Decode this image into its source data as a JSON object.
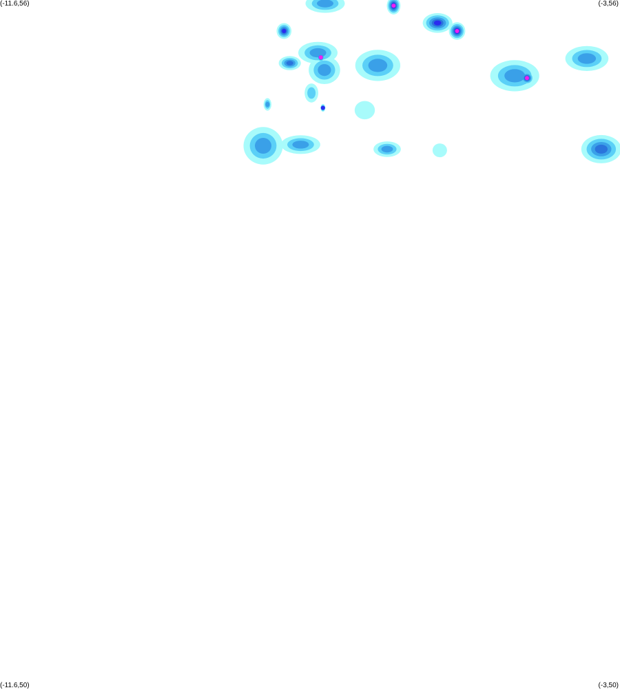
{
  "map": {
    "corners": {
      "top_left": "(-11.6,56)",
      "top_right": "(-3,56)",
      "bottom_left": "(-11.6,50)",
      "bottom_right": "(-3,50)"
    },
    "bounds": {
      "lon_min": -11.6,
      "lon_max": -3,
      "lat_min": 50,
      "lat_max": 56
    },
    "colors": {
      "very_light": "#a8fbfb",
      "light": "#5bd0f7",
      "moderate": "#3aa0e8",
      "heavy": "#2a74dc",
      "very_heavy": "#2a2cf0",
      "extreme": "#f020f0"
    },
    "precipitation_cells": [
      {
        "lon": -7.09,
        "lat": 55.97,
        "rx": 0.2,
        "ry": 0.06,
        "level": "moderate"
      },
      {
        "lon": -6.14,
        "lat": 55.95,
        "rx": 0.05,
        "ry": 0.04,
        "level": "extreme"
      },
      {
        "lon": -5.53,
        "lat": 55.8,
        "rx": 0.12,
        "ry": 0.05,
        "level": "very_heavy"
      },
      {
        "lon": -5.26,
        "lat": 55.73,
        "rx": 0.06,
        "ry": 0.04,
        "level": "extreme"
      },
      {
        "lon": -7.66,
        "lat": 55.73,
        "rx": 0.06,
        "ry": 0.04,
        "level": "very_heavy"
      },
      {
        "lon": -7.19,
        "lat": 55.54,
        "rx": 0.2,
        "ry": 0.07,
        "level": "moderate"
      },
      {
        "lon": -7.15,
        "lat": 55.5,
        "rx": 0.03,
        "ry": 0.02,
        "level": "extreme"
      },
      {
        "lon": -6.36,
        "lat": 55.43,
        "rx": 0.23,
        "ry": 0.1,
        "level": "moderate"
      },
      {
        "lon": -7.1,
        "lat": 55.39,
        "rx": 0.16,
        "ry": 0.09,
        "level": "moderate"
      },
      {
        "lon": -4.46,
        "lat": 55.34,
        "rx": 0.25,
        "ry": 0.1,
        "level": "moderate"
      },
      {
        "lon": -4.29,
        "lat": 55.32,
        "rx": 0.05,
        "ry": 0.03,
        "level": "extreme"
      },
      {
        "lon": -3.46,
        "lat": 55.49,
        "rx": 0.22,
        "ry": 0.08,
        "level": "moderate"
      },
      {
        "lon": -7.58,
        "lat": 55.45,
        "rx": 0.1,
        "ry": 0.04,
        "level": "heavy"
      },
      {
        "lon": -7.89,
        "lat": 55.09,
        "rx": 0.04,
        "ry": 0.04,
        "level": "moderate"
      },
      {
        "lon": -7.28,
        "lat": 55.19,
        "rx": 0.08,
        "ry": 0.07,
        "level": "light"
      },
      {
        "lon": -6.54,
        "lat": 55.04,
        "rx": 0.14,
        "ry": 0.08,
        "level": "very_light"
      },
      {
        "lon": -7.95,
        "lat": 54.73,
        "rx": 0.2,
        "ry": 0.12,
        "level": "moderate"
      },
      {
        "lon": -7.43,
        "lat": 54.74,
        "rx": 0.2,
        "ry": 0.06,
        "level": "moderate"
      },
      {
        "lon": -6.23,
        "lat": 54.7,
        "rx": 0.14,
        "ry": 0.05,
        "level": "moderate"
      },
      {
        "lon": -5.5,
        "lat": 54.69,
        "rx": 0.1,
        "ry": 0.06,
        "level": "very_light"
      },
      {
        "lon": -3.26,
        "lat": 54.7,
        "rx": 0.18,
        "ry": 0.08,
        "level": "heavy"
      },
      {
        "lon": -7.12,
        "lat": 55.06,
        "rx": 0.02,
        "ry": 0.02,
        "level": "very_heavy"
      }
    ]
  }
}
